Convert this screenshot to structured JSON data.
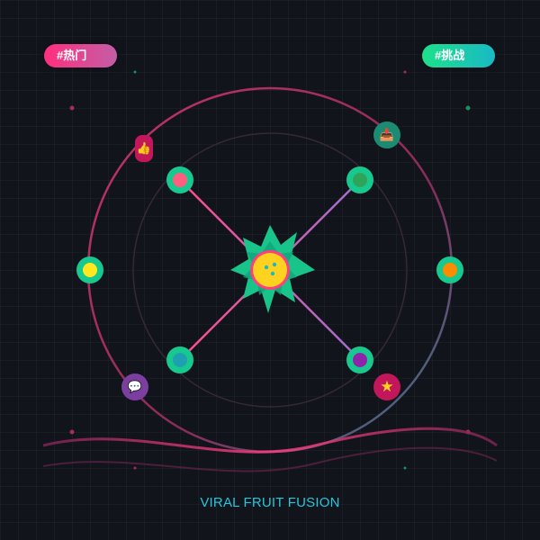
{
  "tags": {
    "hot": "#热门",
    "challenge": "#挑战"
  },
  "caption": "VIRAL FRUIT FUSION",
  "colors": {
    "background": "#12141c",
    "ring": "#ff3d7f",
    "spoke": "#ff4d8a",
    "node_ring": "#18c98f",
    "burst": "#19c48a",
    "core": "#ffd21f",
    "hot_tag": "#ff2f7e",
    "challenge_tag": "#1ee08a"
  },
  "center": {
    "icon": "fruit-core-icon",
    "color": "#ffd21f"
  },
  "nodes": [
    {
      "name": "node-left",
      "dot": "#ffe81f"
    },
    {
      "name": "node-top-left",
      "dot": "#ff5e7e"
    },
    {
      "name": "node-top-right",
      "dot": "#2fa35a"
    },
    {
      "name": "node-right",
      "dot": "#ff8c00"
    },
    {
      "name": "node-bottom-right",
      "dot": "#8e24aa"
    },
    {
      "name": "node-bottom-left",
      "dot": "#1da1b0"
    }
  ],
  "badges": [
    {
      "name": "thumbs-up-badge",
      "glyph": "👍",
      "icon": "thumbs-up-icon"
    },
    {
      "name": "inbox-badge",
      "glyph": "📥",
      "icon": "inbox-icon"
    },
    {
      "name": "comment-badge",
      "glyph": "💬",
      "icon": "speech-bubble-icon"
    },
    {
      "name": "star-badge",
      "glyph": "★",
      "icon": "star-icon"
    }
  ]
}
